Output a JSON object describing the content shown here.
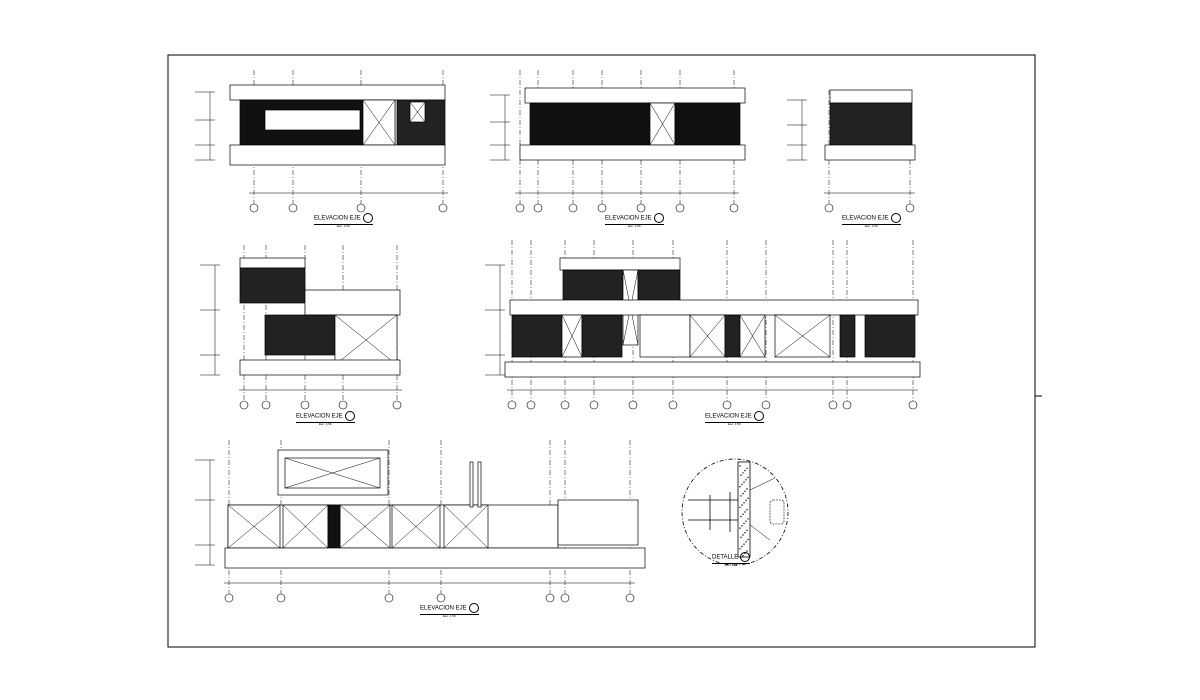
{
  "sheet": {
    "views": [
      {
        "title": "ELEVACION EJE",
        "scale": "Esc. 1:50"
      },
      {
        "title": "ELEVACION EJE",
        "scale": "Esc. 1:50"
      },
      {
        "title": "ELEVACION EJE",
        "scale": "Esc. 1:50"
      },
      {
        "title": "ELEVACION EJE",
        "scale": "Esc. 1:50"
      },
      {
        "title": "ELEVACION EJE",
        "scale": "Esc. 1:50"
      },
      {
        "title": "ELEVACION EJE",
        "scale": "Esc. 1:50"
      }
    ],
    "detail": {
      "title": "DETALLE",
      "scale": "Esc. 1:10"
    }
  }
}
